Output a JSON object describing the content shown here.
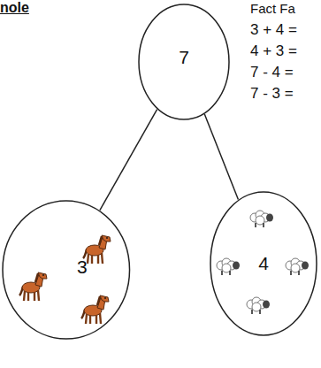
{
  "diagram": {
    "nodes": [
      {
        "text": [
          "7"
        ]
      },
      {
        "text": [
          "3"
        ]
      },
      {
        "text": [
          "4"
        ]
      }
    ],
    "edges": [
      {
        "from": 0,
        "to": 1,
        "arrow": "none"
      },
      {
        "from": 0,
        "to": 2,
        "arrow": "none"
      }
    ],
    "labels": [
      "nole",
      "Fact Fa",
      "3 + 4 =",
      "4 + 3 =",
      "7 - 4 =",
      "7 - 3 ="
    ]
  }
}
